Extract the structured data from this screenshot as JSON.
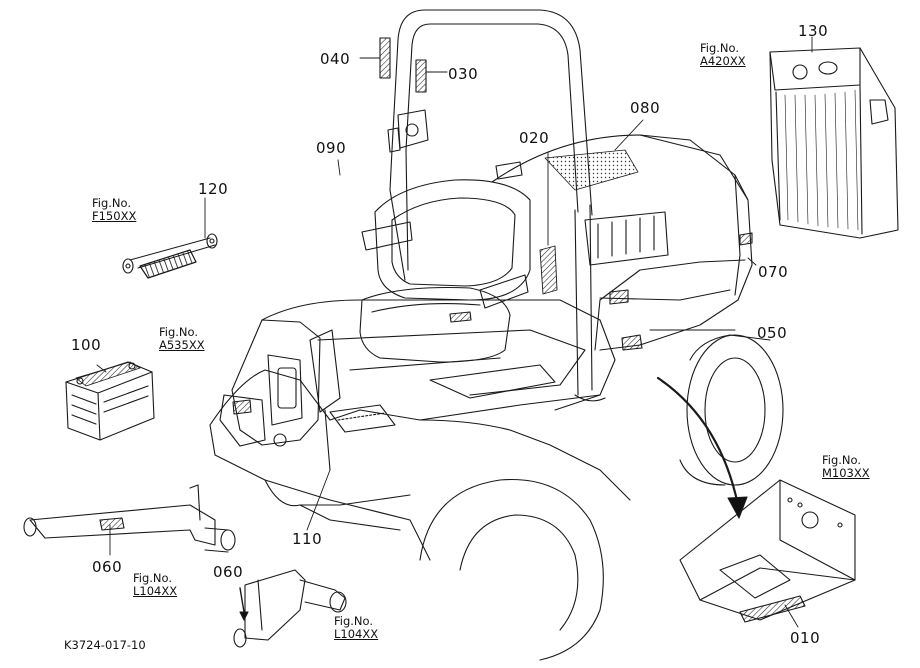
{
  "diagram_id": "K3724-017-10",
  "fig_no_label": "Fig.No.",
  "part_labels": {
    "p010": "010",
    "p020": "020",
    "p030": "030",
    "p040": "040",
    "p050": "050",
    "p060a": "060",
    "p060b": "060",
    "p070": "070",
    "p080": "080",
    "p090": "090",
    "p100": "100",
    "p110": "110",
    "p120": "120",
    "p130": "130"
  },
  "fig_refs": {
    "f150": "F150XX",
    "a535": "A535XX",
    "a420": "A420XX",
    "m103": "M103XX",
    "l104a": "L104XX",
    "l104b": "L104XX"
  }
}
